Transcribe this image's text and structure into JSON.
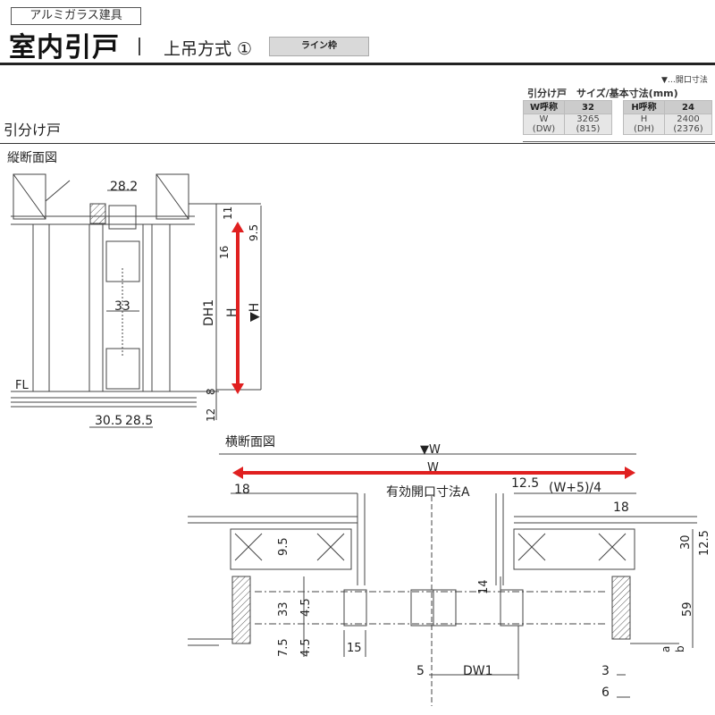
{
  "header": {
    "category": "アルミガラス建具",
    "title": "室内引戸",
    "subtitle": "上吊方式 ①",
    "frame_button": "ライン枠"
  },
  "legend": {
    "marker": "▼",
    "text": "…開口寸法"
  },
  "spec_table": {
    "title": "引分け戸　サイズ/基本寸法(mm)",
    "w_label": "W呼称",
    "w_value": "32",
    "h_label": "H呼称",
    "h_value": "24",
    "w_dim_label": "W",
    "w_dim_sub": "(DW)",
    "w_dim_value": "3265",
    "w_dim_sub_value": "(815)",
    "h_dim_label": "H",
    "h_dim_sub": "(DH)",
    "h_dim_value": "2400",
    "h_dim_sub_value": "(2376)"
  },
  "section_title": "引分け戸",
  "vertical": {
    "label": "縦断面図",
    "dims": {
      "top_width": "28.2",
      "d11": "11",
      "d9_5": "9.5",
      "d16": "16",
      "d33": "33",
      "dh1": "DH1",
      "h": "H",
      "h_open": "▼H",
      "d8": "8",
      "d12": "12",
      "d30_5": "30.5",
      "d28_5": "28.5",
      "fl": "FL"
    }
  },
  "horizontal": {
    "label": "横断面図",
    "dims": {
      "w_open": "▼W",
      "w": "W",
      "d18_left": "18",
      "effective": "有効開口寸法A",
      "d12_5": "12.5",
      "formula": "(W+5)/4",
      "d18_right": "18",
      "d30": "30",
      "d12_5_right": "12.5",
      "d9_5": "9.5",
      "d33": "33",
      "d4_5a": "4.5",
      "d4_5b": "4.5",
      "d7_5": "7.5",
      "d15": "15",
      "d14": "14",
      "d59": "59",
      "a": "a",
      "b": "b",
      "d5": "5",
      "dw1": "DW1",
      "d3": "3",
      "d6": "6"
    }
  },
  "colors": {
    "accent_arrow": "#e02020",
    "header_box": "#d9d9d9",
    "table_header": "#cccccc"
  }
}
